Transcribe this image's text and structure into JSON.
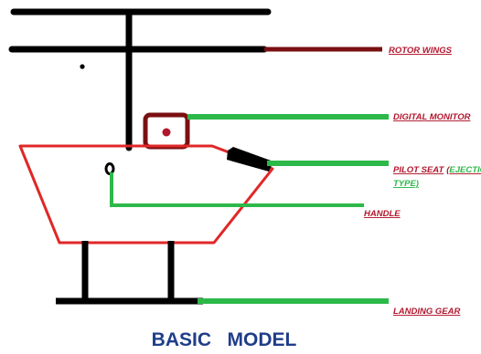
{
  "labels": {
    "rotor_wings": "ROTOR WINGS",
    "digital_monitor": "DIGITAL MONITOR",
    "pilot_seat": "PILOT SEAT",
    "pilot_seat_open": "(",
    "pilot_seat_detail_1": "EJECTION",
    "pilot_seat_detail_2": "TYPE)",
    "handle": "HANDLE",
    "landing_gear": "LANDING GEAR"
  },
  "caption": "BASIC   MODEL",
  "colors": {
    "structure": "#000000",
    "body_outline": "#e02727",
    "monitor": "#7a0f12",
    "rotor_leader": "#7a0f12",
    "leader_green": "#2db84a",
    "label_red": "#b2162c",
    "label_green": "#2db84a",
    "caption": "#1f3d8a"
  }
}
